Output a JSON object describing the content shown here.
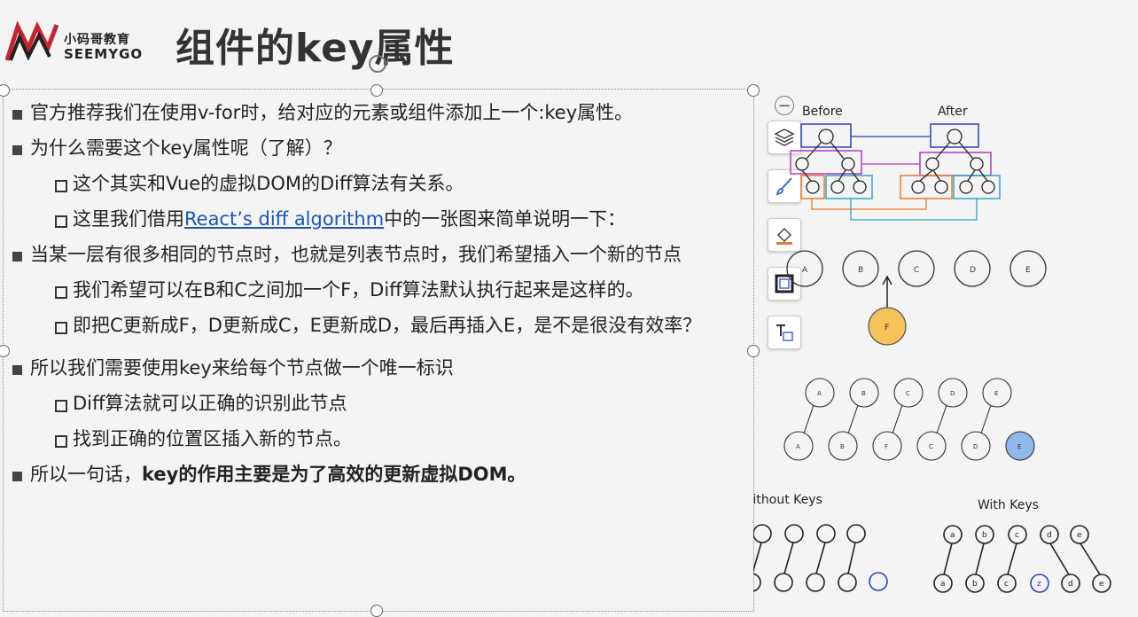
{
  "logo": {
    "cn": "小码哥教育",
    "en": "SEEMYGO"
  },
  "title": "组件的key属性",
  "content": {
    "l1_1": "官方推荐我们在使用v-for时，给对应的元素或组件添加上一个:key属性。",
    "l1_2": "为什么需要这个key属性呢（了解）？",
    "l2_1": "这个其实和Vue的虚拟DOM的Diff算法有关系。",
    "l2_2_pre": "这里我们借用",
    "l2_2_link": "React’s diff algorithm",
    "l2_2_post": "中的一张图来简单说明一下：",
    "l1_3": "当某一层有很多相同的节点时，也就是列表节点时，我们希望插入一个新的节点",
    "l2_3": "我们希望可以在B和C之间加一个F，Diff算法默认执行起来是这样的。",
    "l2_4": "即把C更新成F，D更新成C，E更新成D，最后再插入E，是不是很没有效率？",
    "l1_4": "所以我们需要使用key来给每个节点做一个唯一标识",
    "l2_5": "Diff算法就可以正确的识别此节点",
    "l2_6": "找到正确的位置区插入新的节点。",
    "l1_5_pre": "所以一句话，",
    "l1_5_bold": "key的作用主要是为了高效的更新虚拟DOM。"
  },
  "diagram": {
    "before": "Before",
    "after": "After",
    "row_nodes": [
      "A",
      "B",
      "C",
      "D",
      "E"
    ],
    "insert_node": "F",
    "diff_top": [
      "A",
      "B",
      "C",
      "D",
      "E"
    ],
    "diff_bottom": [
      "A",
      "B",
      "F",
      "C",
      "D",
      "E"
    ],
    "without_keys": "Without Keys",
    "with_keys": "With Keys",
    "wk_top": [
      "a",
      "b",
      "c",
      "d",
      "e"
    ],
    "wk_bottom": [
      "a",
      "b",
      "c",
      "z",
      "d",
      "e"
    ]
  },
  "icons": [
    "minus-circle-icon",
    "layers-icon",
    "brush-icon",
    "fill-icon",
    "frame-icon",
    "text-box-icon"
  ]
}
